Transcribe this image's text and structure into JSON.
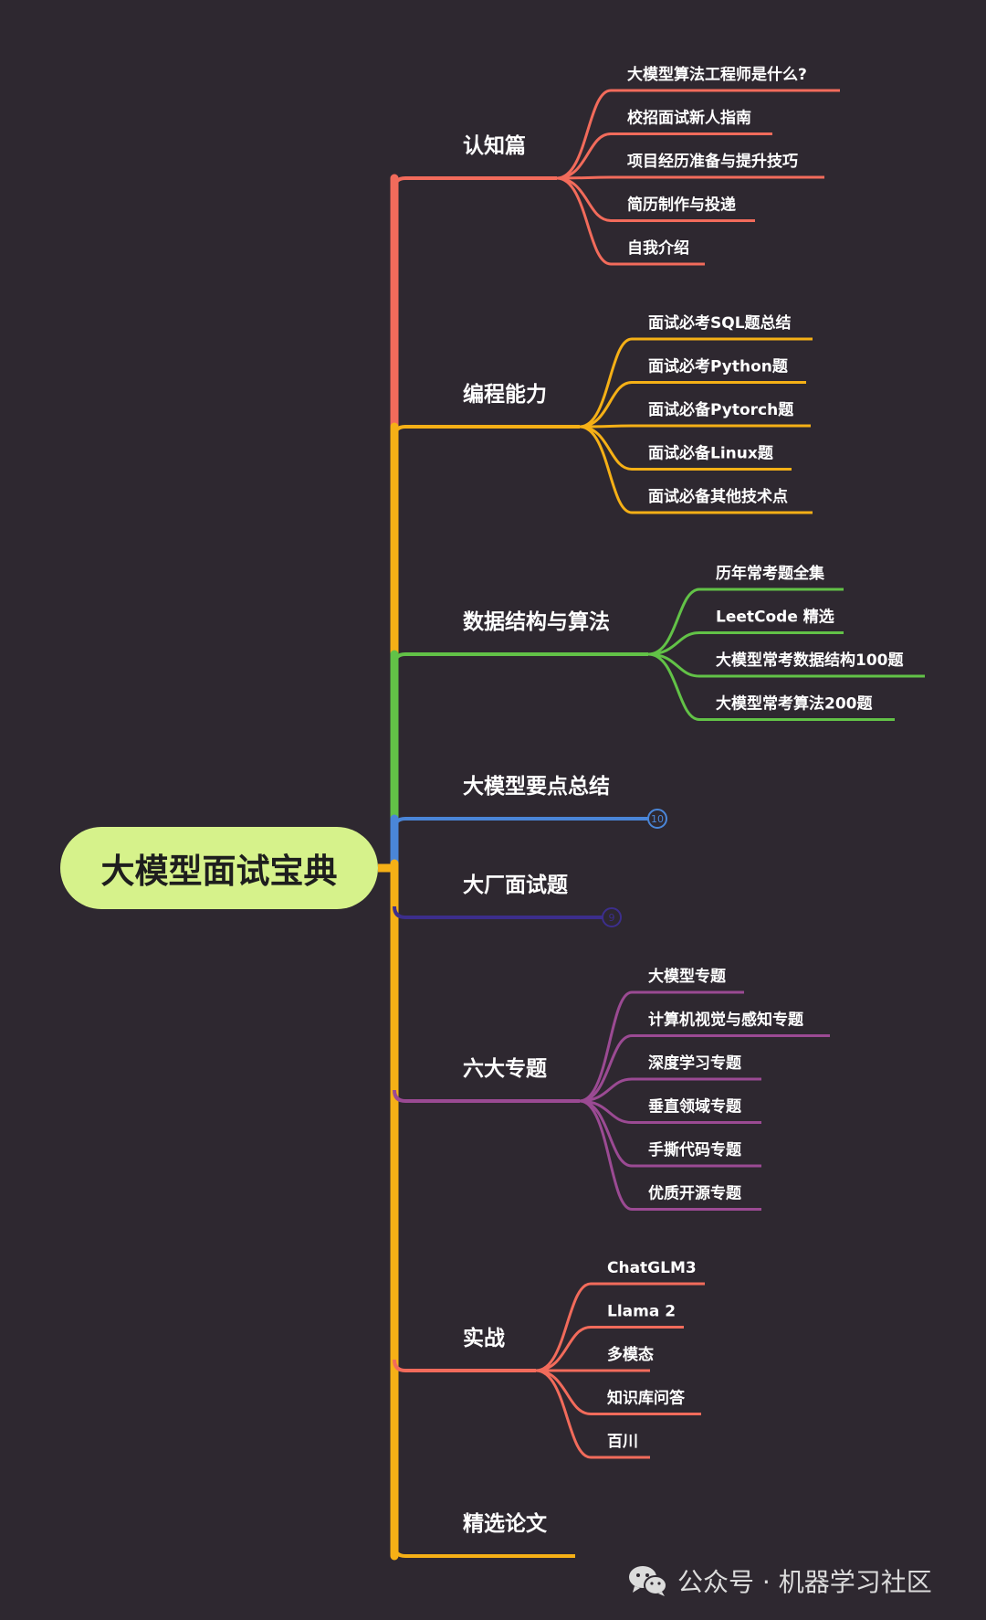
{
  "root": {
    "label": "大模型面试宝典",
    "color": "#d6f28b"
  },
  "branches": [
    {
      "label": "认知篇",
      "color": "#f26b5b",
      "children": [
        "大模型算法工程师是什么?",
        "校招面试新人指南",
        "项目经历准备与提升技巧",
        "简历制作与投递",
        "自我介绍"
      ]
    },
    {
      "label": "编程能力",
      "color": "#f5b016",
      "children": [
        "面试必考SQL题总结",
        "面试必考Python题",
        "面试必备Pytorch题",
        "面试必备Linux题",
        "面试必备其他技术点"
      ]
    },
    {
      "label": "数据结构与算法",
      "color": "#62c247",
      "children": [
        "历年常考题全集",
        "LeetCode 精选",
        "大模型常考数据结构100题",
        "大模型常考算法200题"
      ]
    },
    {
      "label": "大模型要点总结",
      "color": "#4a86d8",
      "collapsed_count": "10",
      "children": []
    },
    {
      "label": "大厂面试题",
      "color": "#3c2e8c",
      "collapsed_count": "9",
      "children": []
    },
    {
      "label": "六大专题",
      "color": "#9b4a93",
      "children": [
        "大模型专题",
        "计算机视觉与感知专题",
        "深度学习专题",
        "垂直领域专题",
        "手撕代码专题",
        "优质开源专题"
      ]
    },
    {
      "label": "实战",
      "color": "#f26b5b",
      "children": [
        "ChatGLM3",
        "Llama 2",
        "多模态",
        "知识库问答",
        "百川"
      ]
    },
    {
      "label": "精选论文",
      "color": "#f5b016",
      "children": []
    }
  ],
  "watermark": {
    "text": "公众号 · 机器学习社区",
    "icon": "wechat-icon"
  }
}
